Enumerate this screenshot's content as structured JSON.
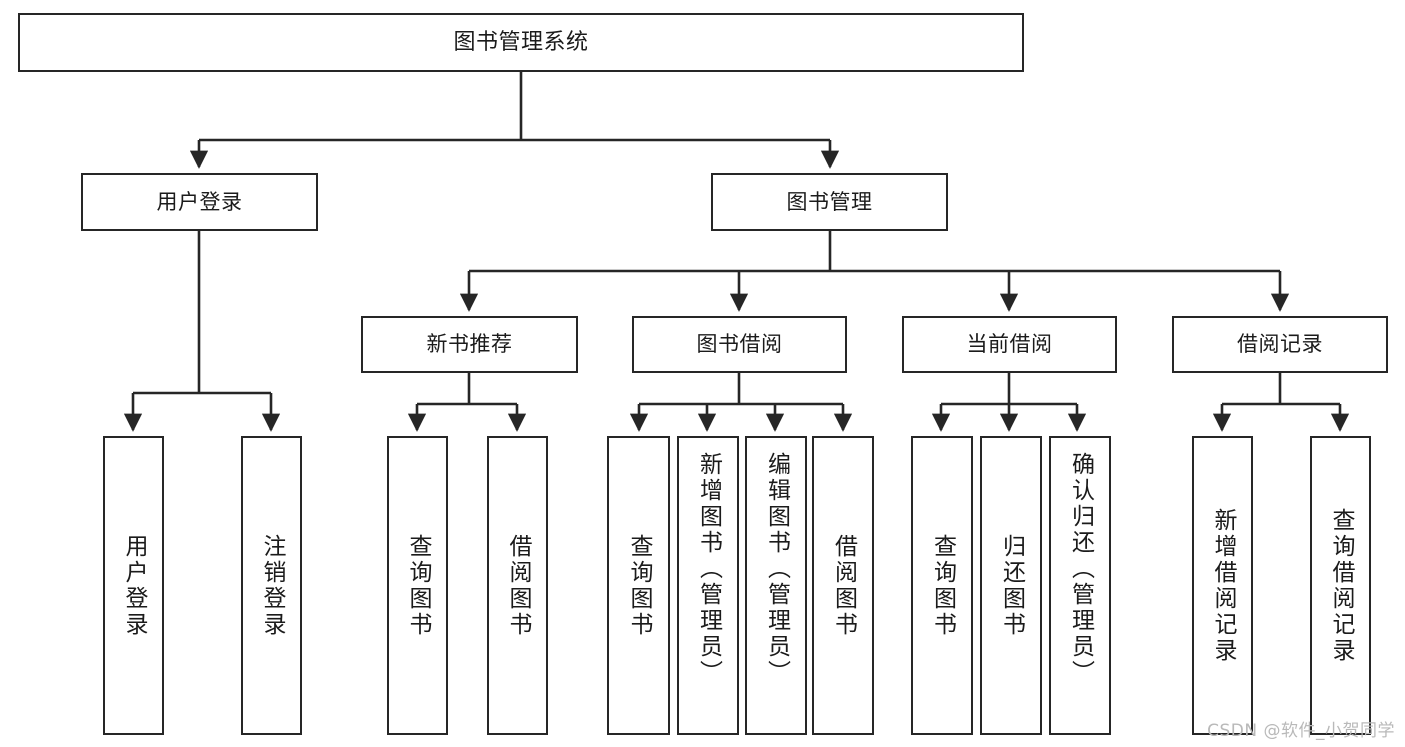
{
  "diagram": {
    "type": "tree",
    "title": "图书管理系统",
    "orientation": "top-down",
    "edge_style": "orthogonal-arrow",
    "colors": {
      "node_border": "#262626",
      "node_fill": "#ffffff",
      "edge": "#262626",
      "text": "#1b1b1b",
      "watermark": "#b9b9b9",
      "background": "#ffffff"
    }
  },
  "root": {
    "label": "图书管理系统"
  },
  "level2": [
    {
      "id": "user-login",
      "label": "用户登录"
    },
    {
      "id": "book-management",
      "label": "图书管理"
    }
  ],
  "level3": [
    {
      "id": "new-book-recommend",
      "label": "新书推荐",
      "parent": "book-management"
    },
    {
      "id": "book-borrow",
      "label": "图书借阅",
      "parent": "book-management"
    },
    {
      "id": "current-borrow",
      "label": "当前借阅",
      "parent": "book-management"
    },
    {
      "id": "borrow-record",
      "label": "借阅记录",
      "parent": "book-management"
    }
  ],
  "leaves": {
    "user_login": [
      {
        "id": "leaf-user-login",
        "label": "用户登录"
      },
      {
        "id": "leaf-logout-login",
        "label": "注销登录"
      }
    ],
    "new_book_recommend": [
      {
        "id": "leaf-query-book-1",
        "label": "查询图书"
      },
      {
        "id": "leaf-borrow-book-1",
        "label": "借阅图书"
      }
    ],
    "book_borrow": [
      {
        "id": "leaf-query-book-2",
        "label": "查询图书"
      },
      {
        "id": "leaf-add-book",
        "label": "新增图书（管理员）"
      },
      {
        "id": "leaf-edit-book",
        "label": "编辑图书（管理员）"
      },
      {
        "id": "leaf-borrow-book-2",
        "label": "借阅图书"
      }
    ],
    "current_borrow": [
      {
        "id": "leaf-query-book-3",
        "label": "查询图书"
      },
      {
        "id": "leaf-return-book",
        "label": "归还图书"
      },
      {
        "id": "leaf-confirm-return",
        "label": "确认归还（管理员）"
      }
    ],
    "borrow_record": [
      {
        "id": "leaf-add-record",
        "label": "新增借阅记录"
      },
      {
        "id": "leaf-query-record",
        "label": "查询借阅记录"
      }
    ]
  },
  "watermark": {
    "text": "CSDN @软件_小贺同学"
  }
}
